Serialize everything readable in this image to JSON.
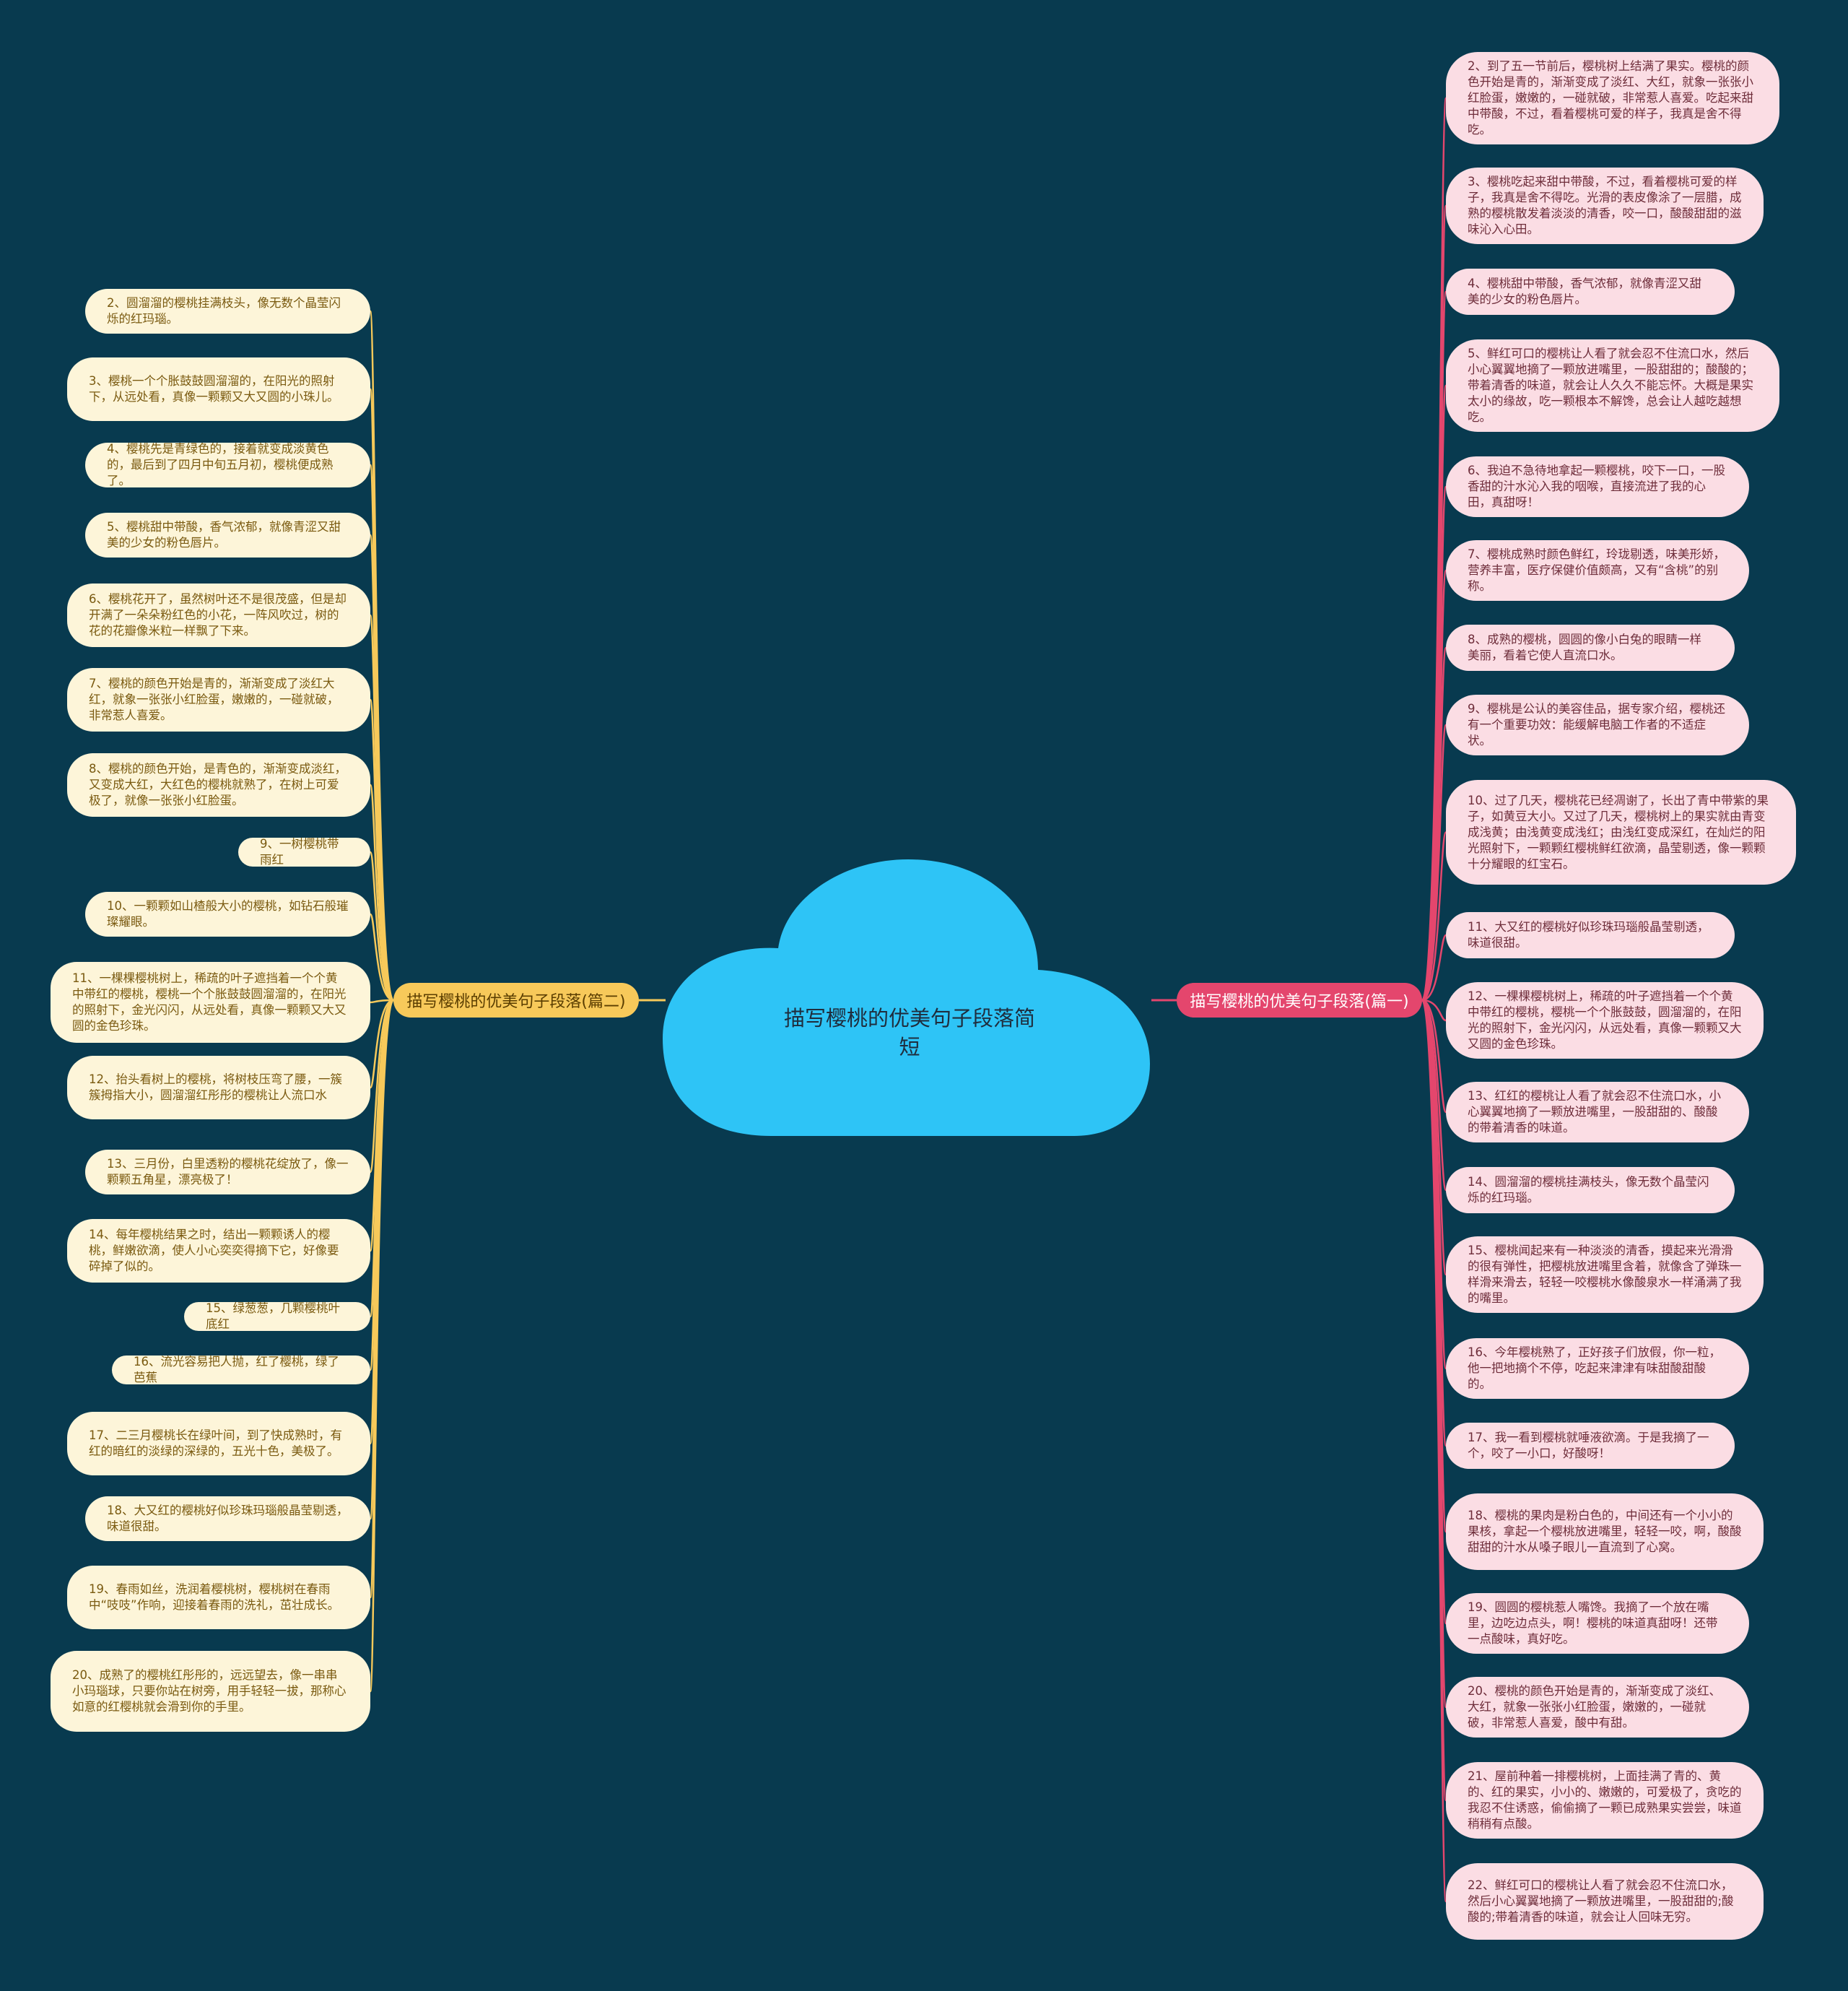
{
  "center": {
    "title": "描写樱桃的优美句子段落简短",
    "color": "#2ec4f6"
  },
  "left_branch": {
    "label": "描写樱桃的优美句子段落(篇二)",
    "color": "#f7c95a",
    "items": [
      "2、圆溜溜的樱桃挂满枝头，像无数个晶莹闪烁的红玛瑙。",
      "3、樱桃一个个胀鼓鼓圆溜溜的，在阳光的照射下，从远处看，真像一颗颗又大又圆的小珠儿。",
      "4、樱桃先是青绿色的，接着就变成淡黄色的，最后到了四月中旬五月初，樱桃便成熟了。",
      "5、樱桃甜中带酸，香气浓郁，就像青涩又甜美的少女的粉色唇片。",
      "6、樱桃花开了，虽然树叶还不是很茂盛，但是却开满了一朵朵粉红色的小花，一阵风吹过，树的花的花瓣像米粒一样飘了下来。",
      "7、樱桃的颜色开始是青的，渐渐变成了淡红大红，就象一张张小红脸蛋，嫩嫩的，一碰就破，非常惹人喜爱。",
      "8、樱桃的颜色开始，是青色的，渐渐变成淡红，又变成大红，大红色的樱桃就熟了，在树上可爱极了，就像一张张小红脸蛋。",
      "9、一树樱桃带雨红",
      "10、一颗颗如山楂般大小的樱桃，如钻石般璀璨耀眼。",
      "11、一棵棵樱桃树上，稀疏的叶子遮挡着一个个黄中带红的樱桃，樱桃一个个胀鼓鼓圆溜溜的，在阳光的照射下，金光闪闪，从远处看，真像一颗颗又大又圆的金色珍珠。",
      "12、抬头看树上的樱桃，将树枝压弯了腰，一簇簇拇指大小，圆溜溜红彤彤的樱桃让人流口水",
      "13、三月份，白里透粉的樱桃花绽放了，像一颗颗五角星，漂亮极了！",
      "14、每年樱桃结果之时，结出一颗颗诱人的樱桃，鲜嫩欲滴，使人小心奕奕得摘下它，好像要碎掉了似的。",
      "15、绿葱葱，几颗樱桃叶底红",
      "16、流光容易把人抛，红了樱桃，绿了芭蕉",
      "17、二三月樱桃长在绿叶间，到了快成熟时，有红的暗红的淡绿的深绿的，五光十色，美极了。",
      "18、大又红的樱桃好似珍珠玛瑙般晶莹剔透，味道很甜。",
      "19、春雨如丝，洗润着樱桃树，樱桃树在春雨中“吱吱”作响，迎接着春雨的洗礼，茁壮成长。",
      "20、成熟了的樱桃红彤彤的，远远望去，像一串串小玛瑙球，只要你站在树旁，用手轻轻一拔，那称心如意的红樱桃就会滑到你的手里。"
    ]
  },
  "right_branch": {
    "label": "描写樱桃的优美句子段落(篇一)",
    "color": "#e4466d",
    "items": [
      "2、到了五一节前后，樱桃树上结满了果实。樱桃的颜色开始是青的，渐渐变成了淡红、大红，就象一张张小红脸蛋，嫩嫩的，一碰就破，非常惹人喜爱。吃起来甜中带酸，不过，看着樱桃可爱的样子，我真是舍不得吃。",
      "3、樱桃吃起来甜中带酸，不过，看着樱桃可爱的样子，我真是舍不得吃。光滑的表皮像涂了一层腊，成熟的樱桃散发着淡淡的清香，咬一口，酸酸甜甜的滋味沁入心田。",
      "4、樱桃甜中带酸，香气浓郁，就像青涩又甜美的少女的粉色唇片。",
      "5、鲜红可口的樱桃让人看了就会忍不住流口水，然后小心翼翼地摘了一颗放进嘴里，一股甜甜的；酸酸的；带着清香的味道，就会让人久久不能忘怀。大概是果实太小的缘故，吃一颗根本不解馋，总会让人越吃越想吃。",
      "6、我迫不急待地拿起一颗樱桃，咬下一口，一股香甜的汁水沁入我的咽喉，直接流进了我的心田，真甜呀！",
      "7、樱桃成熟时颜色鲜红，玲珑剔透，味美形娇，营养丰富，医疗保健价值颇高，又有“含桃”的别称。",
      "8、成熟的樱桃，圆圆的像小白兔的眼睛一样美丽，看着它使人直流口水。",
      "9、樱桃是公认的美容佳品，据专家介绍，樱桃还有一个重要功效：能缓解电脑工作者的不适症状。",
      "10、过了几天，樱桃花已经凋谢了，长出了青中带紫的果子，如黄豆大小。又过了几天，樱桃树上的果实就由青变成浅黄；由浅黄变成浅红；由浅红变成深红，在灿烂的阳光照射下，一颗颗红樱桃鲜红欲滴，晶莹剔透，像一颗颗十分耀眼的红宝石。",
      "11、大又红的樱桃好似珍珠玛瑙般晶莹剔透，味道很甜。",
      "12、一棵棵樱桃树上，稀疏的叶子遮挡着一个个黄中带红的樱桃，樱桃一个个胀鼓鼓，圆溜溜的，在阳光的照射下，金光闪闪，从远处看，真像一颗颗又大又圆的金色珍珠。",
      "13、红红的樱桃让人看了就会忍不住流口水，小心翼翼地摘了一颗放进嘴里，一股甜甜的、酸酸的带着清香的味道。",
      "14、圆溜溜的樱桃挂满枝头，像无数个晶莹闪烁的红玛瑙。",
      "15、樱桃闻起来有一种淡淡的清香，摸起来光滑滑的很有弹性，把樱桃放进嘴里含着，就像含了弹珠一样滑来滑去，轻轻一咬樱桃水像酸泉水一样涌满了我的嘴里。",
      "16、今年樱桃熟了，正好孩子们放假，你一粒，他一把地摘个不停，吃起来津津有味甜酸甜酸的。",
      "17、我一看到樱桃就唾液欲滴。于是我摘了一个，咬了一小口，好酸呀！",
      "18、樱桃的果肉是粉白色的，中间还有一个小小的果核，拿起一个樱桃放进嘴里，轻轻一咬，啊，酸酸甜甜的汁水从嗓子眼儿一直流到了心窝。",
      "19、圆圆的樱桃惹人嘴馋。我摘了一个放在嘴里，边吃边点头，啊！樱桃的味道真甜呀！还带一点酸味，真好吃。",
      "20、樱桃的颜色开始是青的，渐渐变成了淡红、大红，就象一张张小红脸蛋，嫩嫩的，一碰就破，非常惹人喜爱，酸中有甜。",
      "21、屋前种着一排樱桃树，上面挂满了青的、黄的、红的果实，小小的、嫩嫩的，可爱极了，贪吃的我忍不住诱惑，偷偷摘了一颗已成熟果实尝尝，味道稍稍有点酸。",
      "22、鲜红可口的樱桃让人看了就会忍不住流口水，然后小心翼翼地摘了一颗放进嘴里，一股甜甜的;酸酸的;带着清香的味道，就会让人回味无穷。"
    ]
  }
}
